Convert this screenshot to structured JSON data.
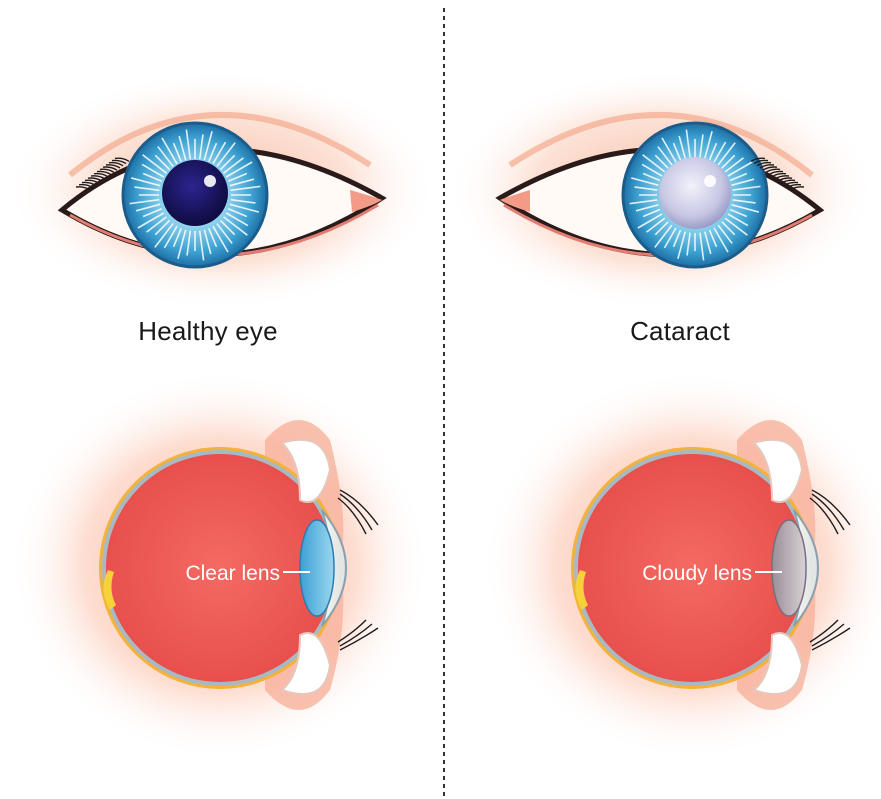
{
  "panels": {
    "healthy": {
      "caption": "Healthy eye",
      "lens_label": "Clear lens",
      "pupil_color": "#1a1560"
    },
    "cataract": {
      "caption": "Cataract",
      "lens_label": "Cloudy lens",
      "pupil_color": "#c9c9e6"
    }
  },
  "colors": {
    "skin_glow": "#fbd1bf",
    "iris": "#3fa7d3",
    "eyeball": "#ef5e59",
    "sclera_rim": "#f3b23a",
    "divider": "#333333"
  }
}
